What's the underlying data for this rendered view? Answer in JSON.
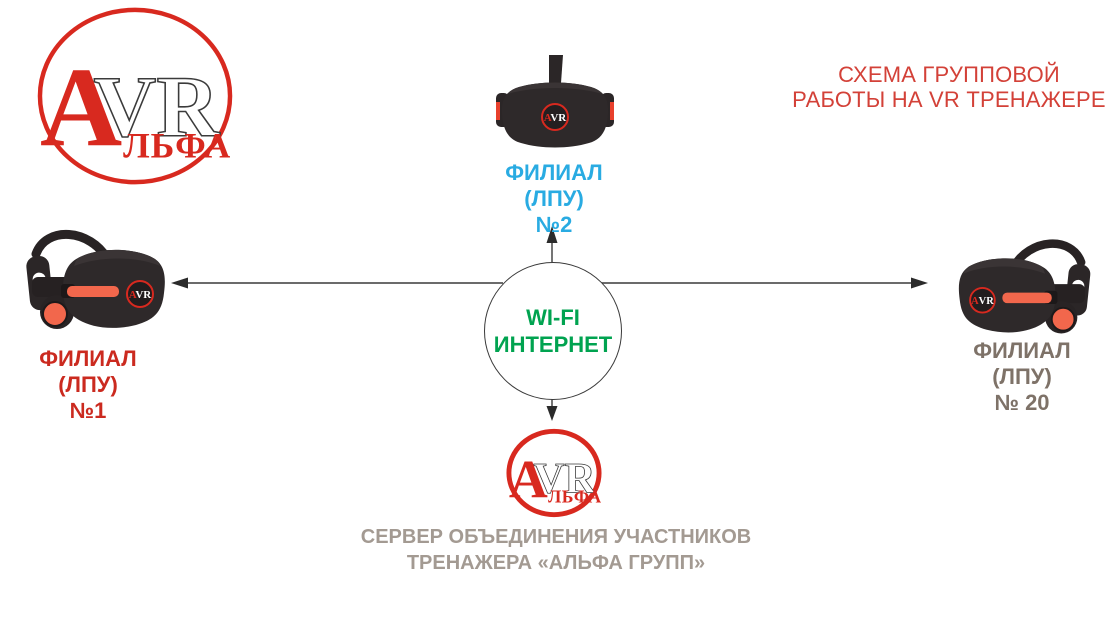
{
  "title": {
    "line1": "СХЕМА ГРУППОВОЙ",
    "line2": "РАБОТЫ НА VR ТРЕНАЖЕРЕ"
  },
  "brand_logo": {
    "a": "А",
    "vr": "VR",
    "lfa": "ЛЬФА"
  },
  "headset_logo": {
    "a": "A",
    "vr": "VR"
  },
  "hub": {
    "line1": "WI-FI",
    "line2": "ИНТЕРНЕТ"
  },
  "branches": {
    "top": {
      "line1": "ФИЛИАЛ",
      "line2": "(ЛПУ)",
      "line3": "№2"
    },
    "left": {
      "line1": "ФИЛИАЛ",
      "line2": "(ЛПУ)",
      "line3": "№1"
    },
    "right": {
      "line1": "ФИЛИАЛ",
      "line2": "(ЛПУ)",
      "line3": "№ 20"
    }
  },
  "server": {
    "line1": "СЕРВЕР ОБЪЕДИНЕНИЯ  УЧАСТНИКОВ",
    "line2": "ТРЕНАЖЕРА «АЛЬФА ГРУПП»"
  },
  "colors": {
    "brand_red": "#d8291f",
    "title_red": "#d34138",
    "branch_blue": "#29abe2",
    "branch_red": "#cb2a1f",
    "branch_taupe": "#7e7268",
    "server_gray": "#a39a92",
    "hub_green": "#00a350",
    "accent_orange": "#f2674c"
  }
}
